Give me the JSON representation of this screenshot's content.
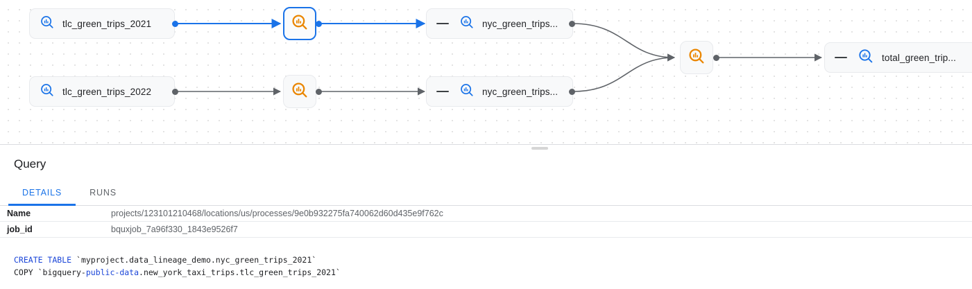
{
  "lineage": {
    "nodes": [
      {
        "id": "tlc2021",
        "type": "table",
        "label": "tlc_green_trips_2021",
        "icon": "bigquery-table-icon",
        "selected": false,
        "collapsible": false
      },
      {
        "id": "tlc2022",
        "type": "table",
        "label": "tlc_green_trips_2022",
        "icon": "bigquery-table-icon",
        "selected": false,
        "collapsible": false
      },
      {
        "id": "proc1",
        "type": "process",
        "label": "",
        "icon": "bigquery-process-icon",
        "selected": true,
        "collapsible": false
      },
      {
        "id": "proc2",
        "type": "process",
        "label": "",
        "icon": "bigquery-process-icon",
        "selected": false,
        "collapsible": false
      },
      {
        "id": "nyc1",
        "type": "table",
        "label": "nyc_green_trips...",
        "icon": "bigquery-table-icon",
        "selected": false,
        "collapsible": true
      },
      {
        "id": "nyc2",
        "type": "table",
        "label": "nyc_green_trips...",
        "icon": "bigquery-table-icon",
        "selected": false,
        "collapsible": true
      },
      {
        "id": "proc3",
        "type": "process",
        "label": "",
        "icon": "bigquery-process-icon",
        "selected": false,
        "collapsible": false
      },
      {
        "id": "total",
        "type": "table",
        "label": "total_green_trip...",
        "icon": "bigquery-table-icon",
        "selected": false,
        "collapsible": true
      }
    ],
    "colors": {
      "edge_highlight": "#1a73e8",
      "edge_default": "#5f6368",
      "process_icon": "#ea8600",
      "table_icon": "#1a73e8",
      "node_bg": "#f8f9fa"
    }
  },
  "panel": {
    "title": "Query",
    "tabs": [
      {
        "id": "details",
        "label": "DETAILS",
        "active": true
      },
      {
        "id": "runs",
        "label": "RUNS",
        "active": false
      }
    ],
    "properties": [
      {
        "key": "Name",
        "value": "projects/123101210468/locations/us/processes/9e0b932275fa740062d60d435e9f762c"
      },
      {
        "key": "job_id",
        "value": "bquxjob_7a96f330_1843e9526f7"
      }
    ],
    "sql": {
      "line1_kw": "CREATE TABLE",
      "line1_rest": " `myproject.data_lineage_demo.nyc_green_trips_2021`",
      "line2_pre": "COPY `bigquery-",
      "line2_kw": "public-data",
      "line2_rest": ".new_york_taxi_trips.tlc_green_trips_2021`"
    }
  }
}
